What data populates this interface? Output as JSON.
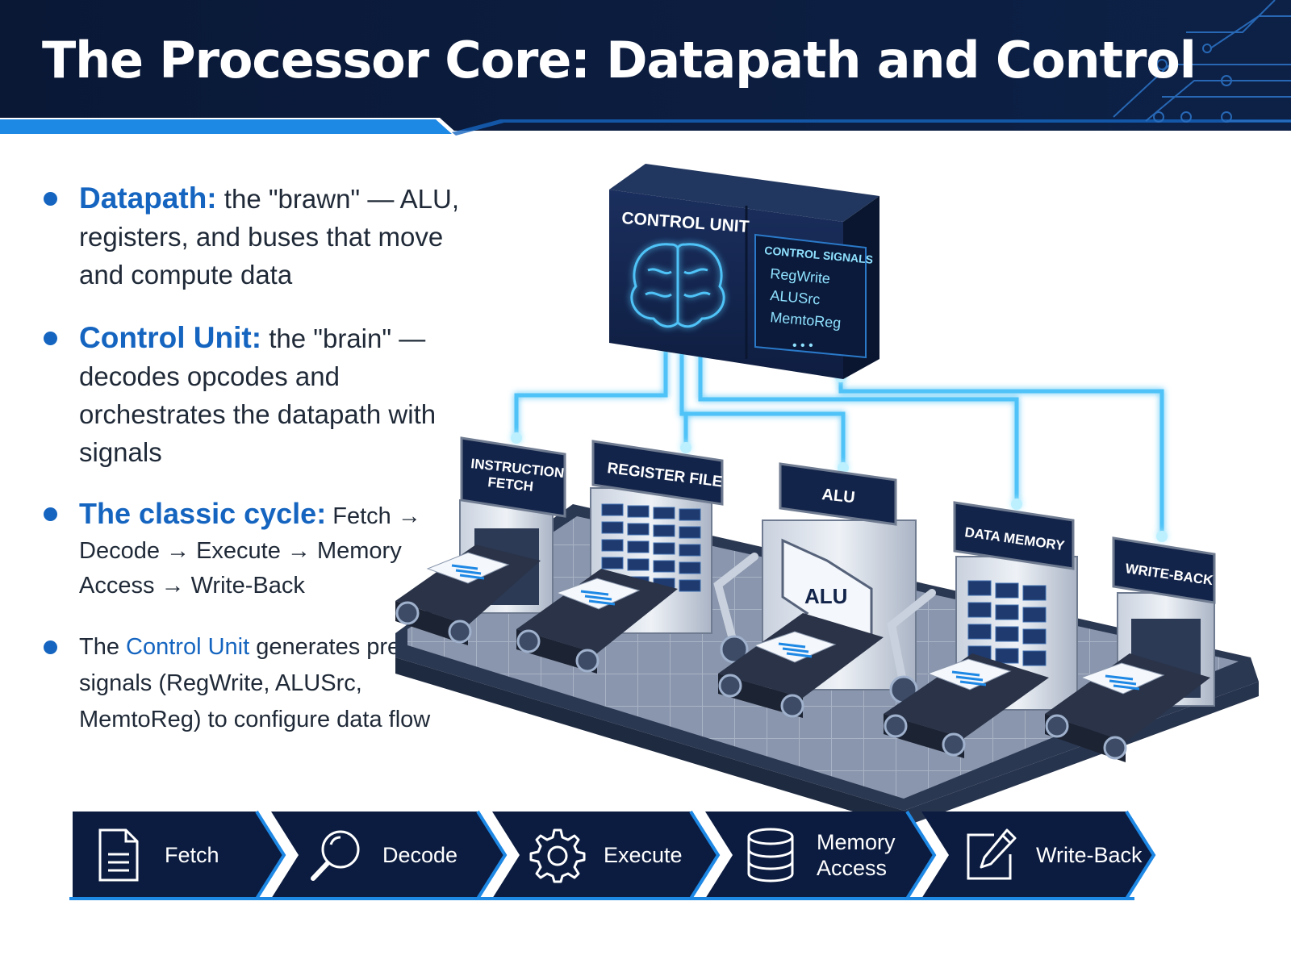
{
  "title": "The Processor Core: Datapath and Control",
  "bullets": [
    {
      "keyword": "Datapath:",
      "text": " the \"brawn\" — ALU, registers, and buses that move and compute data"
    },
    {
      "keyword": "Control Unit:",
      "text": " the \"brain\" — decodes opcodes and orchestrates the datapath with signals"
    },
    {
      "keyword": "The classic cycle:",
      "text": " Fetch → Decode → Execute → Memory Access → Write-Back"
    },
    {
      "prefix": "The ",
      "keyword": "Control Unit",
      "text": " generates precise signals (RegWrite, ALUSrc, MemtoReg) to configure data flow"
    }
  ],
  "diagram": {
    "control_unit": {
      "label": "CONTROL UNIT",
      "signals_title": "CONTROL SIGNALS",
      "signals": [
        "RegWrite",
        "ALUSrc",
        "MemtoReg",
        "• • •"
      ]
    },
    "stations": [
      {
        "id": "instruction-fetch",
        "label_line1": "INSTRUCTION",
        "label_line2": "FETCH"
      },
      {
        "id": "register-file",
        "label_line1": "REGISTER FILE"
      },
      {
        "id": "alu",
        "label_line1": "ALU",
        "body_label": "ALU"
      },
      {
        "id": "data-memory",
        "label_line1": "DATA MEMORY"
      },
      {
        "id": "write-back",
        "label_line1": "WRITE-BACK"
      }
    ]
  },
  "stages": [
    {
      "icon": "document-icon",
      "label": "Fetch"
    },
    {
      "icon": "magnifier-icon",
      "label": "Decode"
    },
    {
      "icon": "gear-icon",
      "label": "Execute"
    },
    {
      "icon": "database-icon",
      "label_line1": "Memory",
      "label_line2": "Access"
    },
    {
      "icon": "edit-icon",
      "label": "Write-Back"
    }
  ],
  "colors": {
    "navy": "#0b1a3a",
    "accent": "#1e88e5",
    "keyword": "#1565c0",
    "glow": "#4fc3f7"
  }
}
